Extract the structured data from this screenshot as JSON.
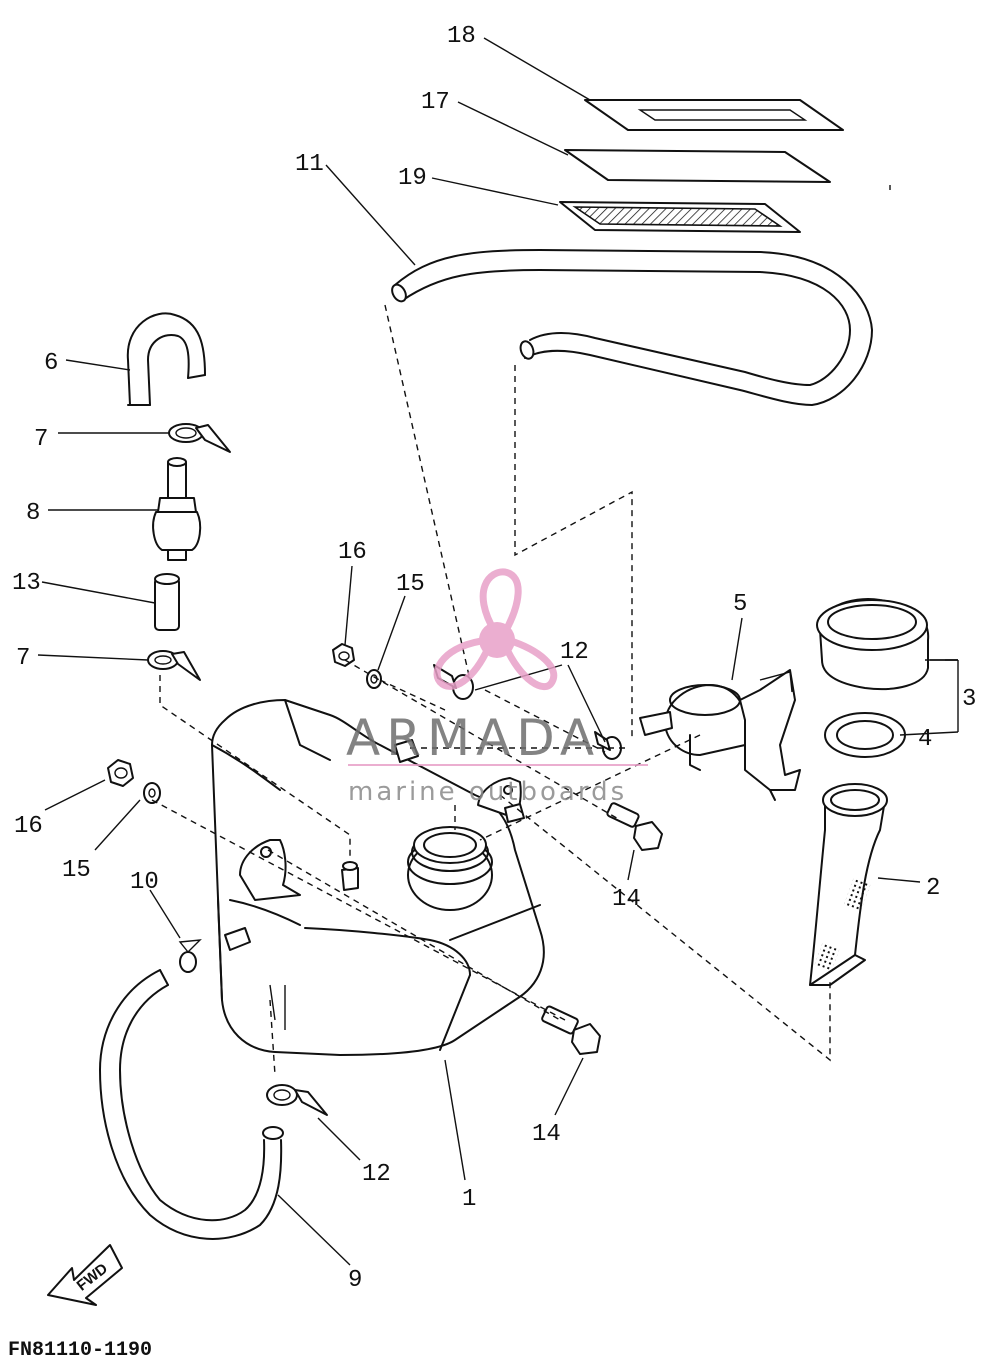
{
  "diagram": {
    "drawing_code": "FN81110-1190",
    "direction_arrow": "FWD",
    "callouts": [
      "1",
      "2",
      "3",
      "4",
      "5",
      "6",
      "7",
      "8",
      "9",
      "10",
      "11",
      "12",
      "13",
      "14",
      "15",
      "16",
      "17",
      "18",
      "19"
    ]
  },
  "watermark": {
    "brand": "ARMADA",
    "tagline": "marine outboards",
    "logo_icon": "propeller-icon",
    "accent_color": "#e8a0c8"
  },
  "colors": {
    "line": "#111111",
    "background": "#ffffff",
    "watermark_text": "#6e6e6e"
  }
}
